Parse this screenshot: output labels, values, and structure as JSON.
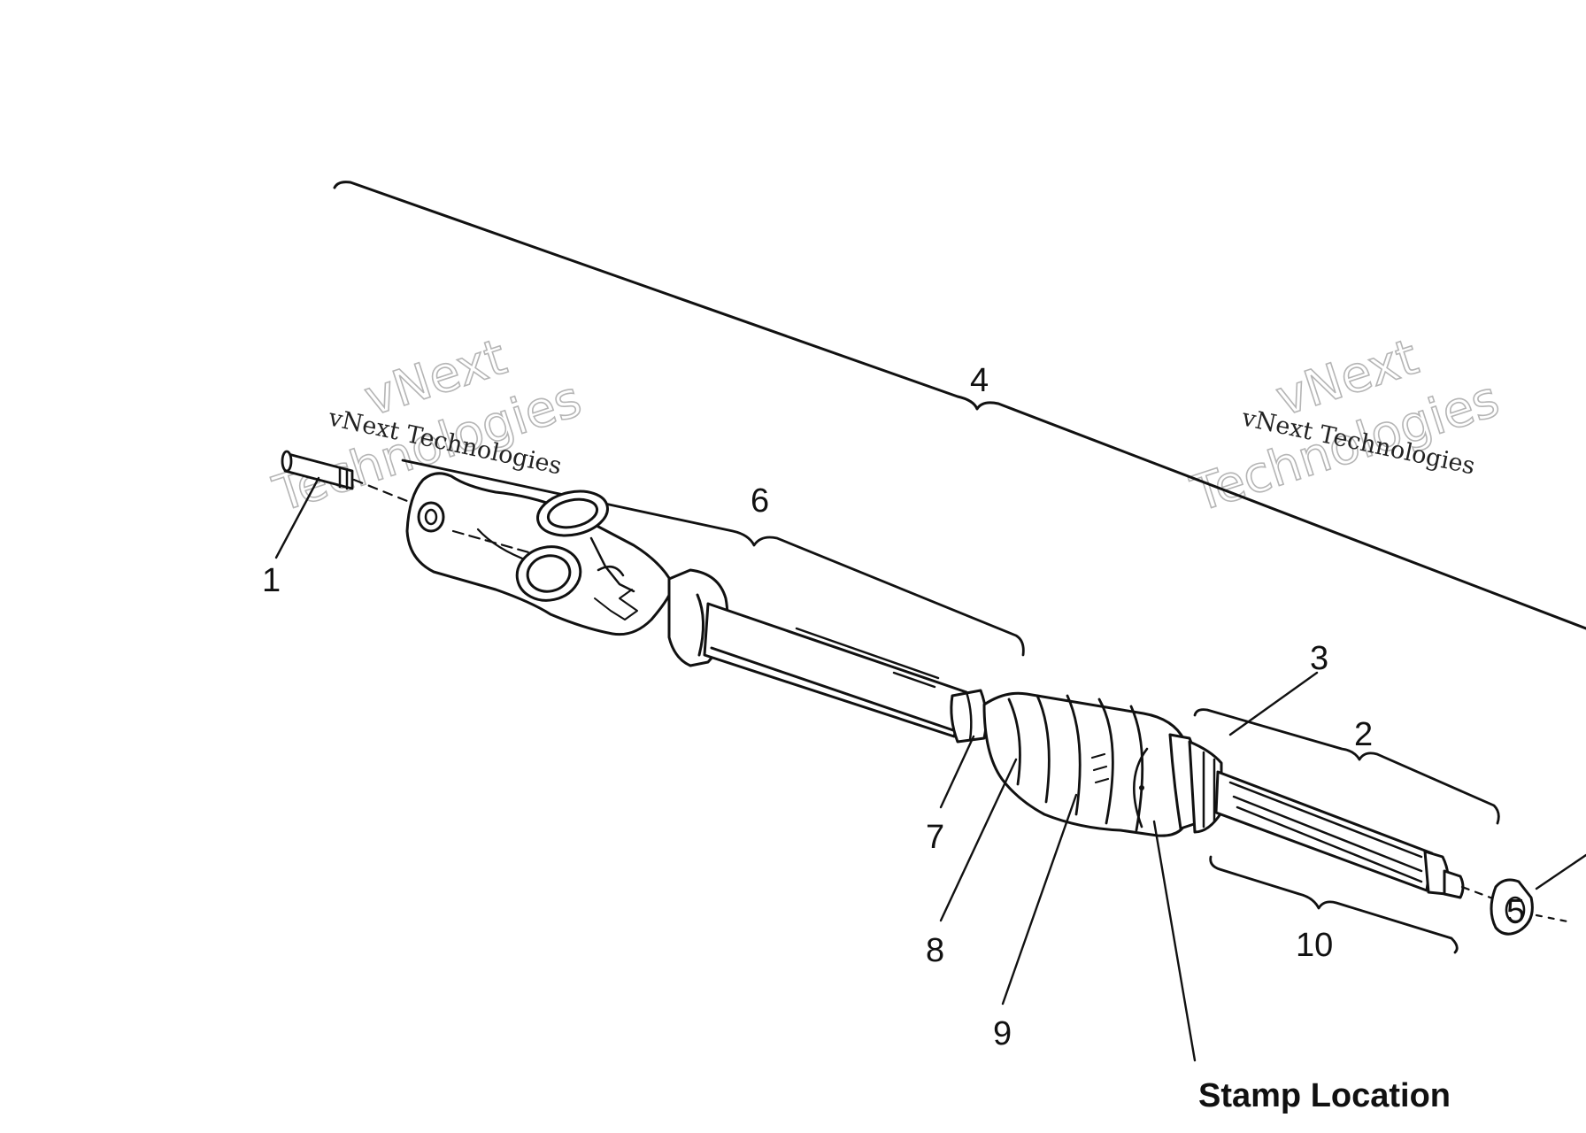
{
  "callouts": {
    "c1": "1",
    "c2": "2",
    "c3": "3",
    "c4": "4",
    "c5": "5",
    "c6": "6",
    "c7": "7",
    "c8": "8",
    "c9": "9",
    "c10": "10"
  },
  "stamp_label": "Stamp Location",
  "watermarks": {
    "left_small": "vNext Technologies",
    "left_big_1": "vNext",
    "left_big_2": "Technologies",
    "right_small": "vNext Technologies",
    "right_big_1": "vNext",
    "right_big_2": "Technologies"
  }
}
